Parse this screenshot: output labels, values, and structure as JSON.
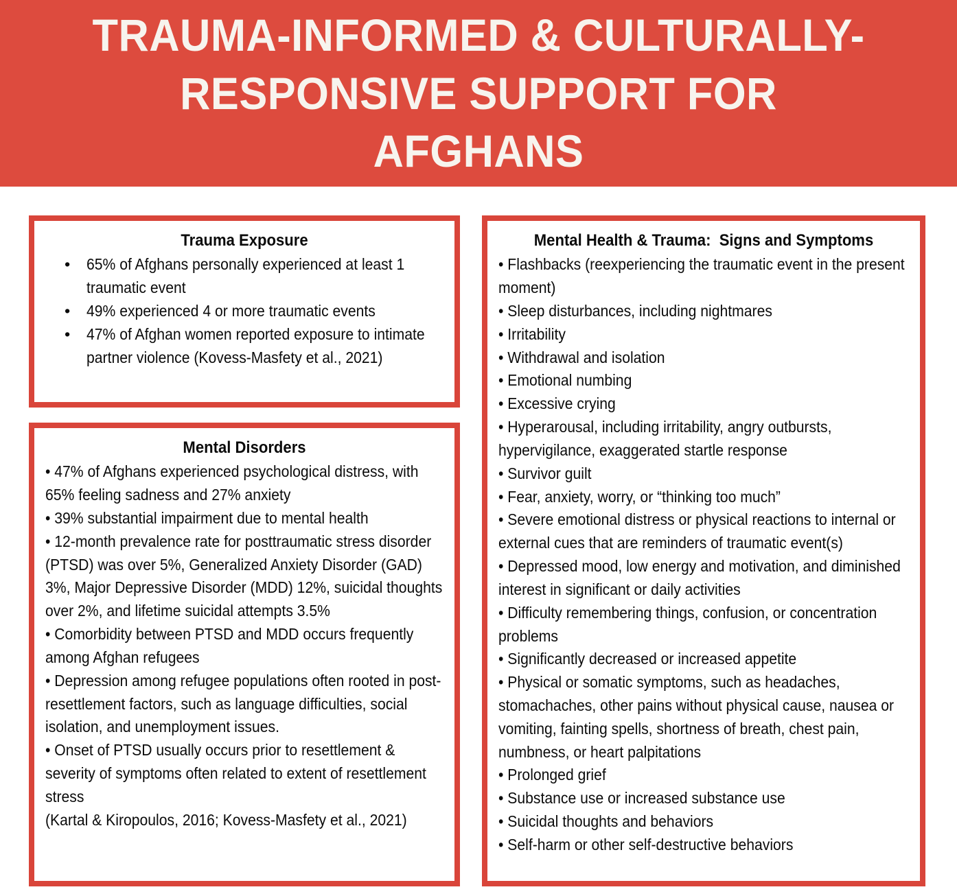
{
  "colors": {
    "banner_background": "#dd4b3e",
    "banner_text": "#f7f4ee",
    "panel_border": "#d9453a",
    "panel_background": "#ffffff",
    "body_text": "#0b0b0b"
  },
  "header": {
    "title": "TRAUMA-INFORMED & CULTURALLY-\nRESPONSIVE SUPPORT FOR AFGHANS"
  },
  "panels": {
    "trauma_exposure": {
      "title": "Trauma Exposure",
      "bullets": [
        "65% of Afghans personally experienced at least 1 traumatic event",
        "49% experienced 4 or more traumatic events",
        "47% of Afghan women reported exposure to intimate partner violence (Kovess-Masfety et al., 2021)"
      ],
      "bullet_glyph": "•"
    },
    "mental_disorders": {
      "title": "Mental Disorders",
      "lines": [
        "• 47% of Afghans experienced psychological distress, with 65% feeling sadness and 27% anxiety",
        "• 39% substantial impairment due to mental health",
        "• 12-month prevalence rate for posttraumatic stress disorder (PTSD) was over 5%, Generalized Anxiety Disorder (GAD) 3%, Major Depressive Disorder (MDD) 12%, suicidal thoughts over 2%, and lifetime suicidal attempts 3.5%",
        "• Comorbidity between PTSD and MDD occurs frequently among Afghan refugees",
        "• Depression among refugee populations often rooted in post-resettlement factors, such as language difficulties, social isolation, and unemployment issues.",
        "• Onset of PTSD usually occurs prior to resettlement & severity of symptoms often related to extent of resettlement stress",
        "(Kartal & Kiropoulos, 2016; Kovess-Masfety et al., 2021)"
      ]
    },
    "signs_and_symptoms": {
      "title": "Mental Health & Trauma:  Signs and Symptoms",
      "lines": [
        "• Flashbacks (reexperiencing the traumatic event in the present moment)",
        "• Sleep disturbances, including nightmares",
        "• Irritability",
        "• Withdrawal and isolation",
        "• Emotional numbing",
        "• Excessive crying",
        "• Hyperarousal, including irritability, angry outbursts, hypervigilance, exaggerated startle response",
        "• Survivor guilt",
        "• Fear, anxiety, worry, or “thinking too much”",
        "• Severe emotional distress or physical reactions to internal or external cues that are reminders of traumatic event(s)",
        "• Depressed mood, low energy and motivation, and diminished interest in significant or daily activities",
        "• Difficulty remembering things, confusion, or concentration problems",
        "• Significantly decreased or increased appetite",
        "• Physical or somatic symptoms, such as headaches, stomachaches, other pains without physical cause, nausea or vomiting, fainting spells, shortness of breath, chest pain, numbness, or heart palpitations",
        "• Prolonged grief",
        "• Substance use or increased substance use",
        "• Suicidal thoughts and behaviors",
        "• Self-harm or other self-destructive behaviors"
      ]
    }
  }
}
